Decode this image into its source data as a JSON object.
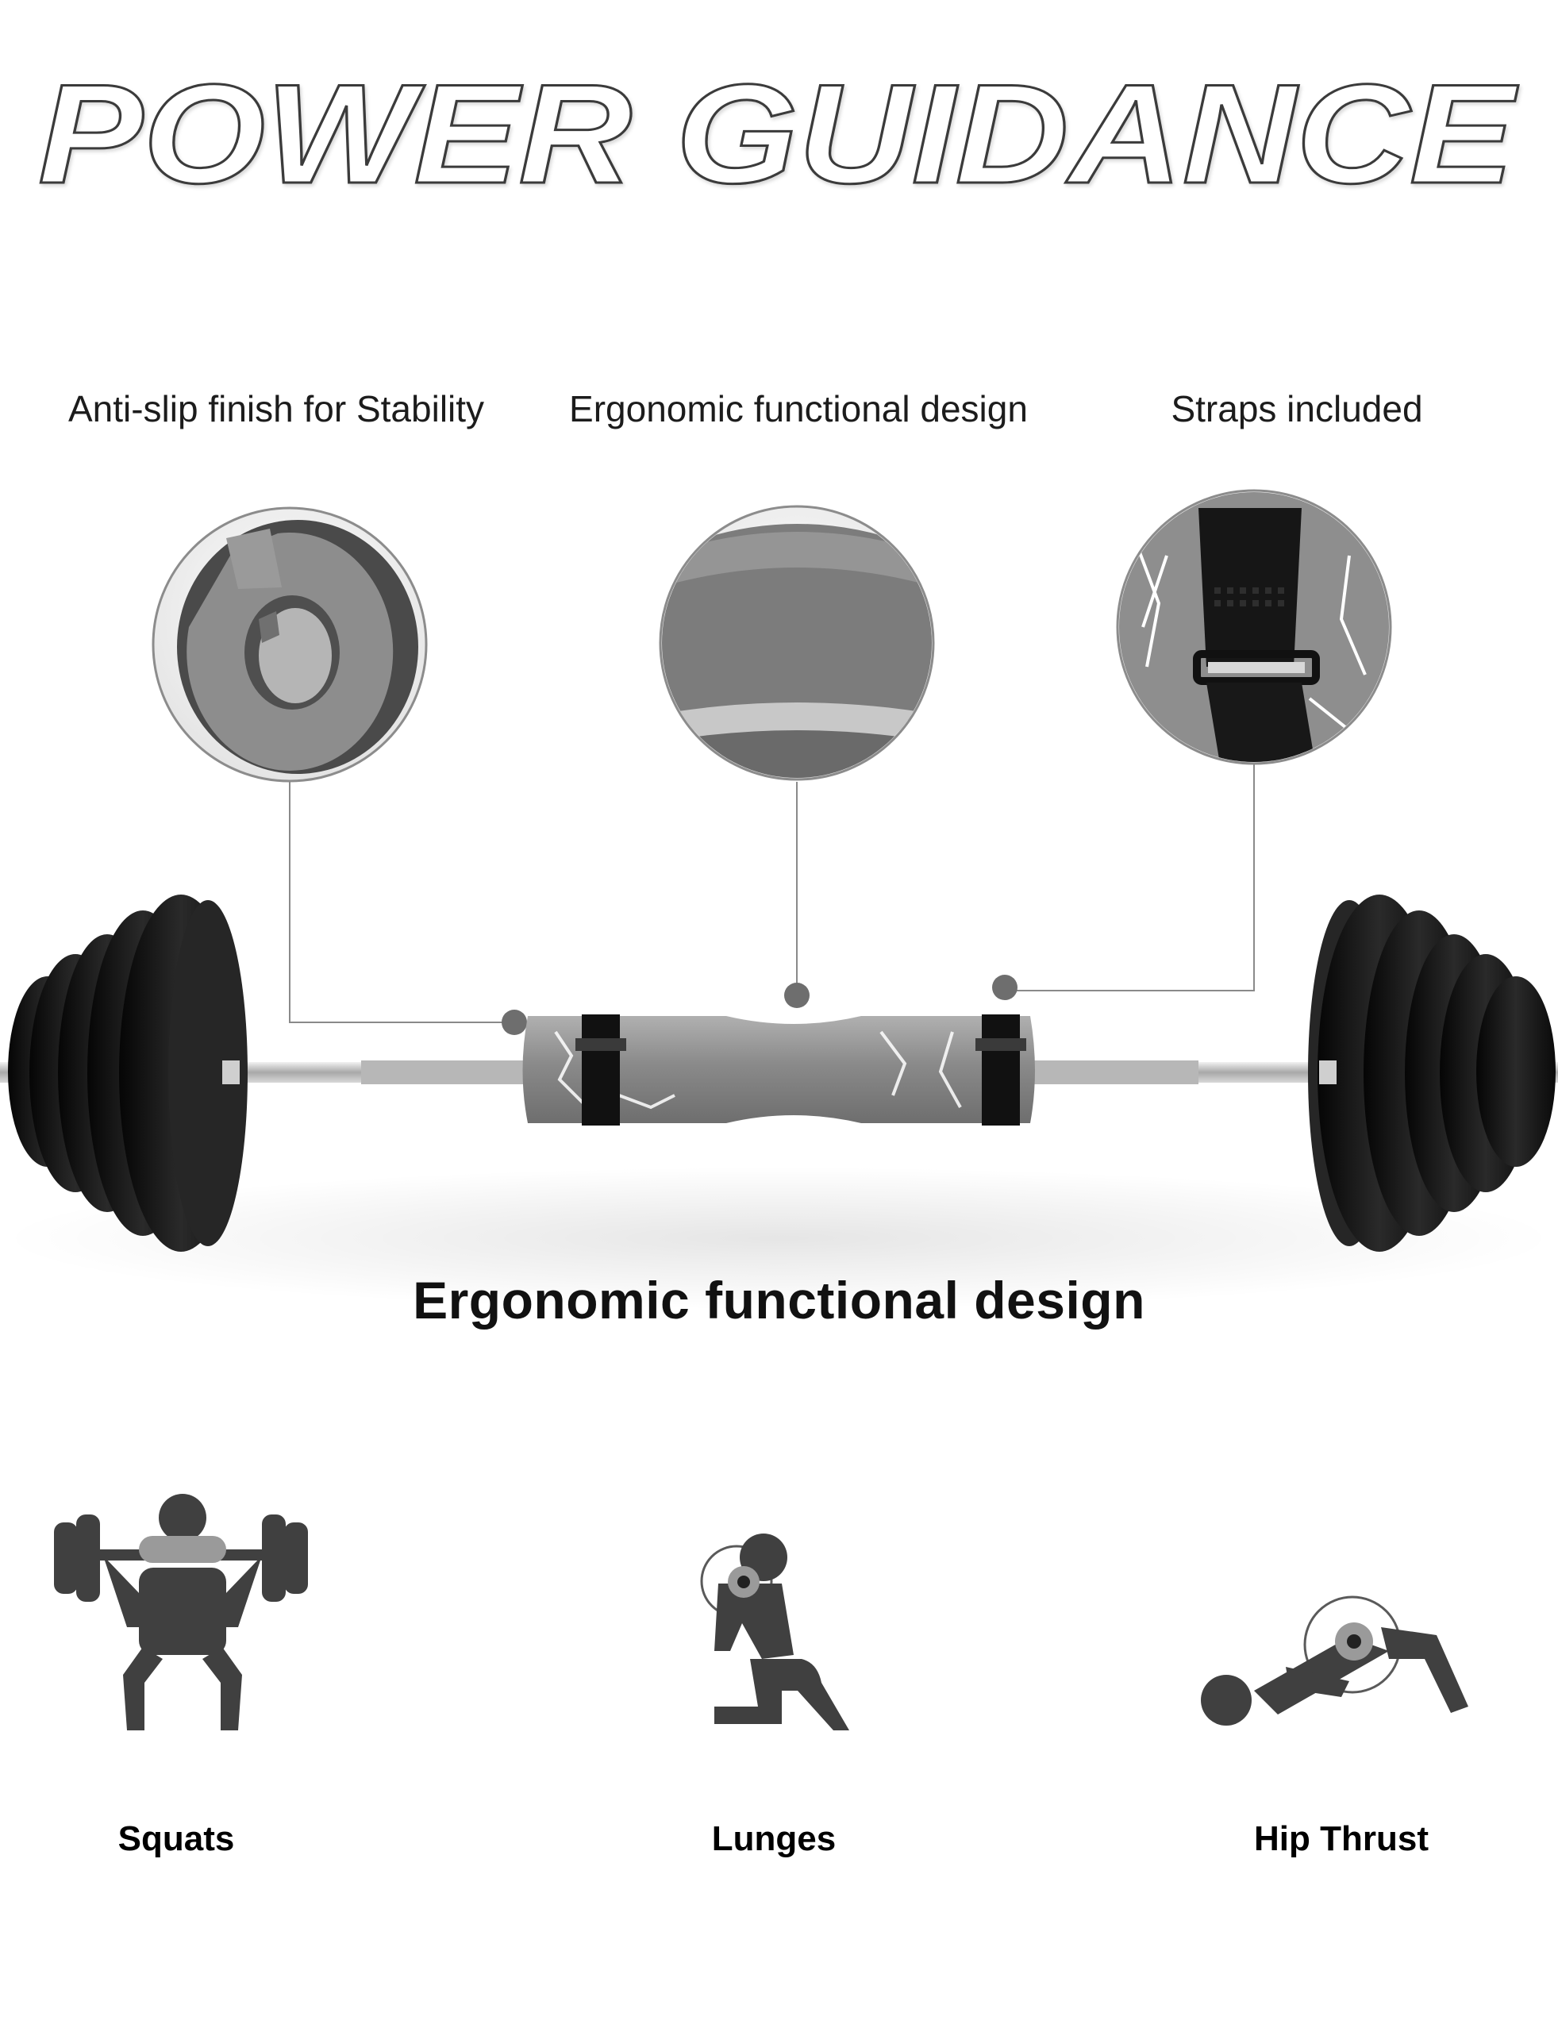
{
  "headline": {
    "text": "POWER GUIDANCE"
  },
  "features": [
    {
      "label": "Anti-slip finish for Stability",
      "icon": "foam-ring-cross-section-icon"
    },
    {
      "label": "Ergonomic functional design",
      "icon": "curved-foam-pad-icon"
    },
    {
      "label": "Straps included",
      "icon": "velcro-strap-icon"
    }
  ],
  "product": {
    "icon": "barbell-with-pad-icon"
  },
  "section_title": "Ergonomic functional design",
  "exercises": [
    {
      "label": "Squats",
      "icon": "squat-figure-icon"
    },
    {
      "label": "Lunges",
      "icon": "lunge-figure-icon"
    },
    {
      "label": "Hip Thrust",
      "icon": "hip-thrust-figure-icon"
    }
  ],
  "colors": {
    "pad_gray": "#8c8c8c",
    "figure_gray": "#404040",
    "plate_black": "#141414",
    "text": "#111111"
  }
}
